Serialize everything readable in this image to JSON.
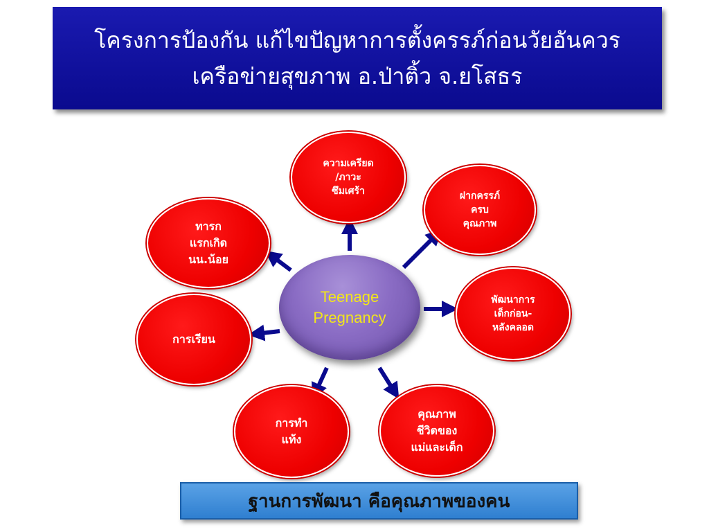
{
  "header": {
    "line1": "โครงการป้องกัน แก้ไขปัญหาการตั้งครรภ์ก่อนวัยอันควร",
    "line2": "เครือข่ายสุขภาพ อ.ป่าติ้ว จ.ยโสธร"
  },
  "center": {
    "label": "Teenage\nPregnancy"
  },
  "nodes": {
    "stress": "ความเครียด\n/ภาวะ\nซึมเศร้า",
    "antenatal": "ฝากครรภ์\nครบ\nคุณภาพ",
    "development": "พัฒนาการ\nเด็กก่อน-\nหลังคลอด",
    "quality_of_life": "คุณภาพ\nชีวิตของ\nแม่และเด็ก",
    "abortion": "การทำ\nแท้ง",
    "education": "การเรียน",
    "low_birth_weight": "ทารก\nแรกเกิด\nนน.น้อย"
  },
  "footer": {
    "label": "ฐานการพัฒนา คือคุณภาพของคน"
  },
  "colors": {
    "title_bg": "#0a0a8e",
    "bubble_red": "#ee0000",
    "center_purple": "#8a6cc4",
    "center_text": "#f2e61a",
    "arrow_blue": "#0a0a8e",
    "footer_bg": "#3a8ad8"
  }
}
